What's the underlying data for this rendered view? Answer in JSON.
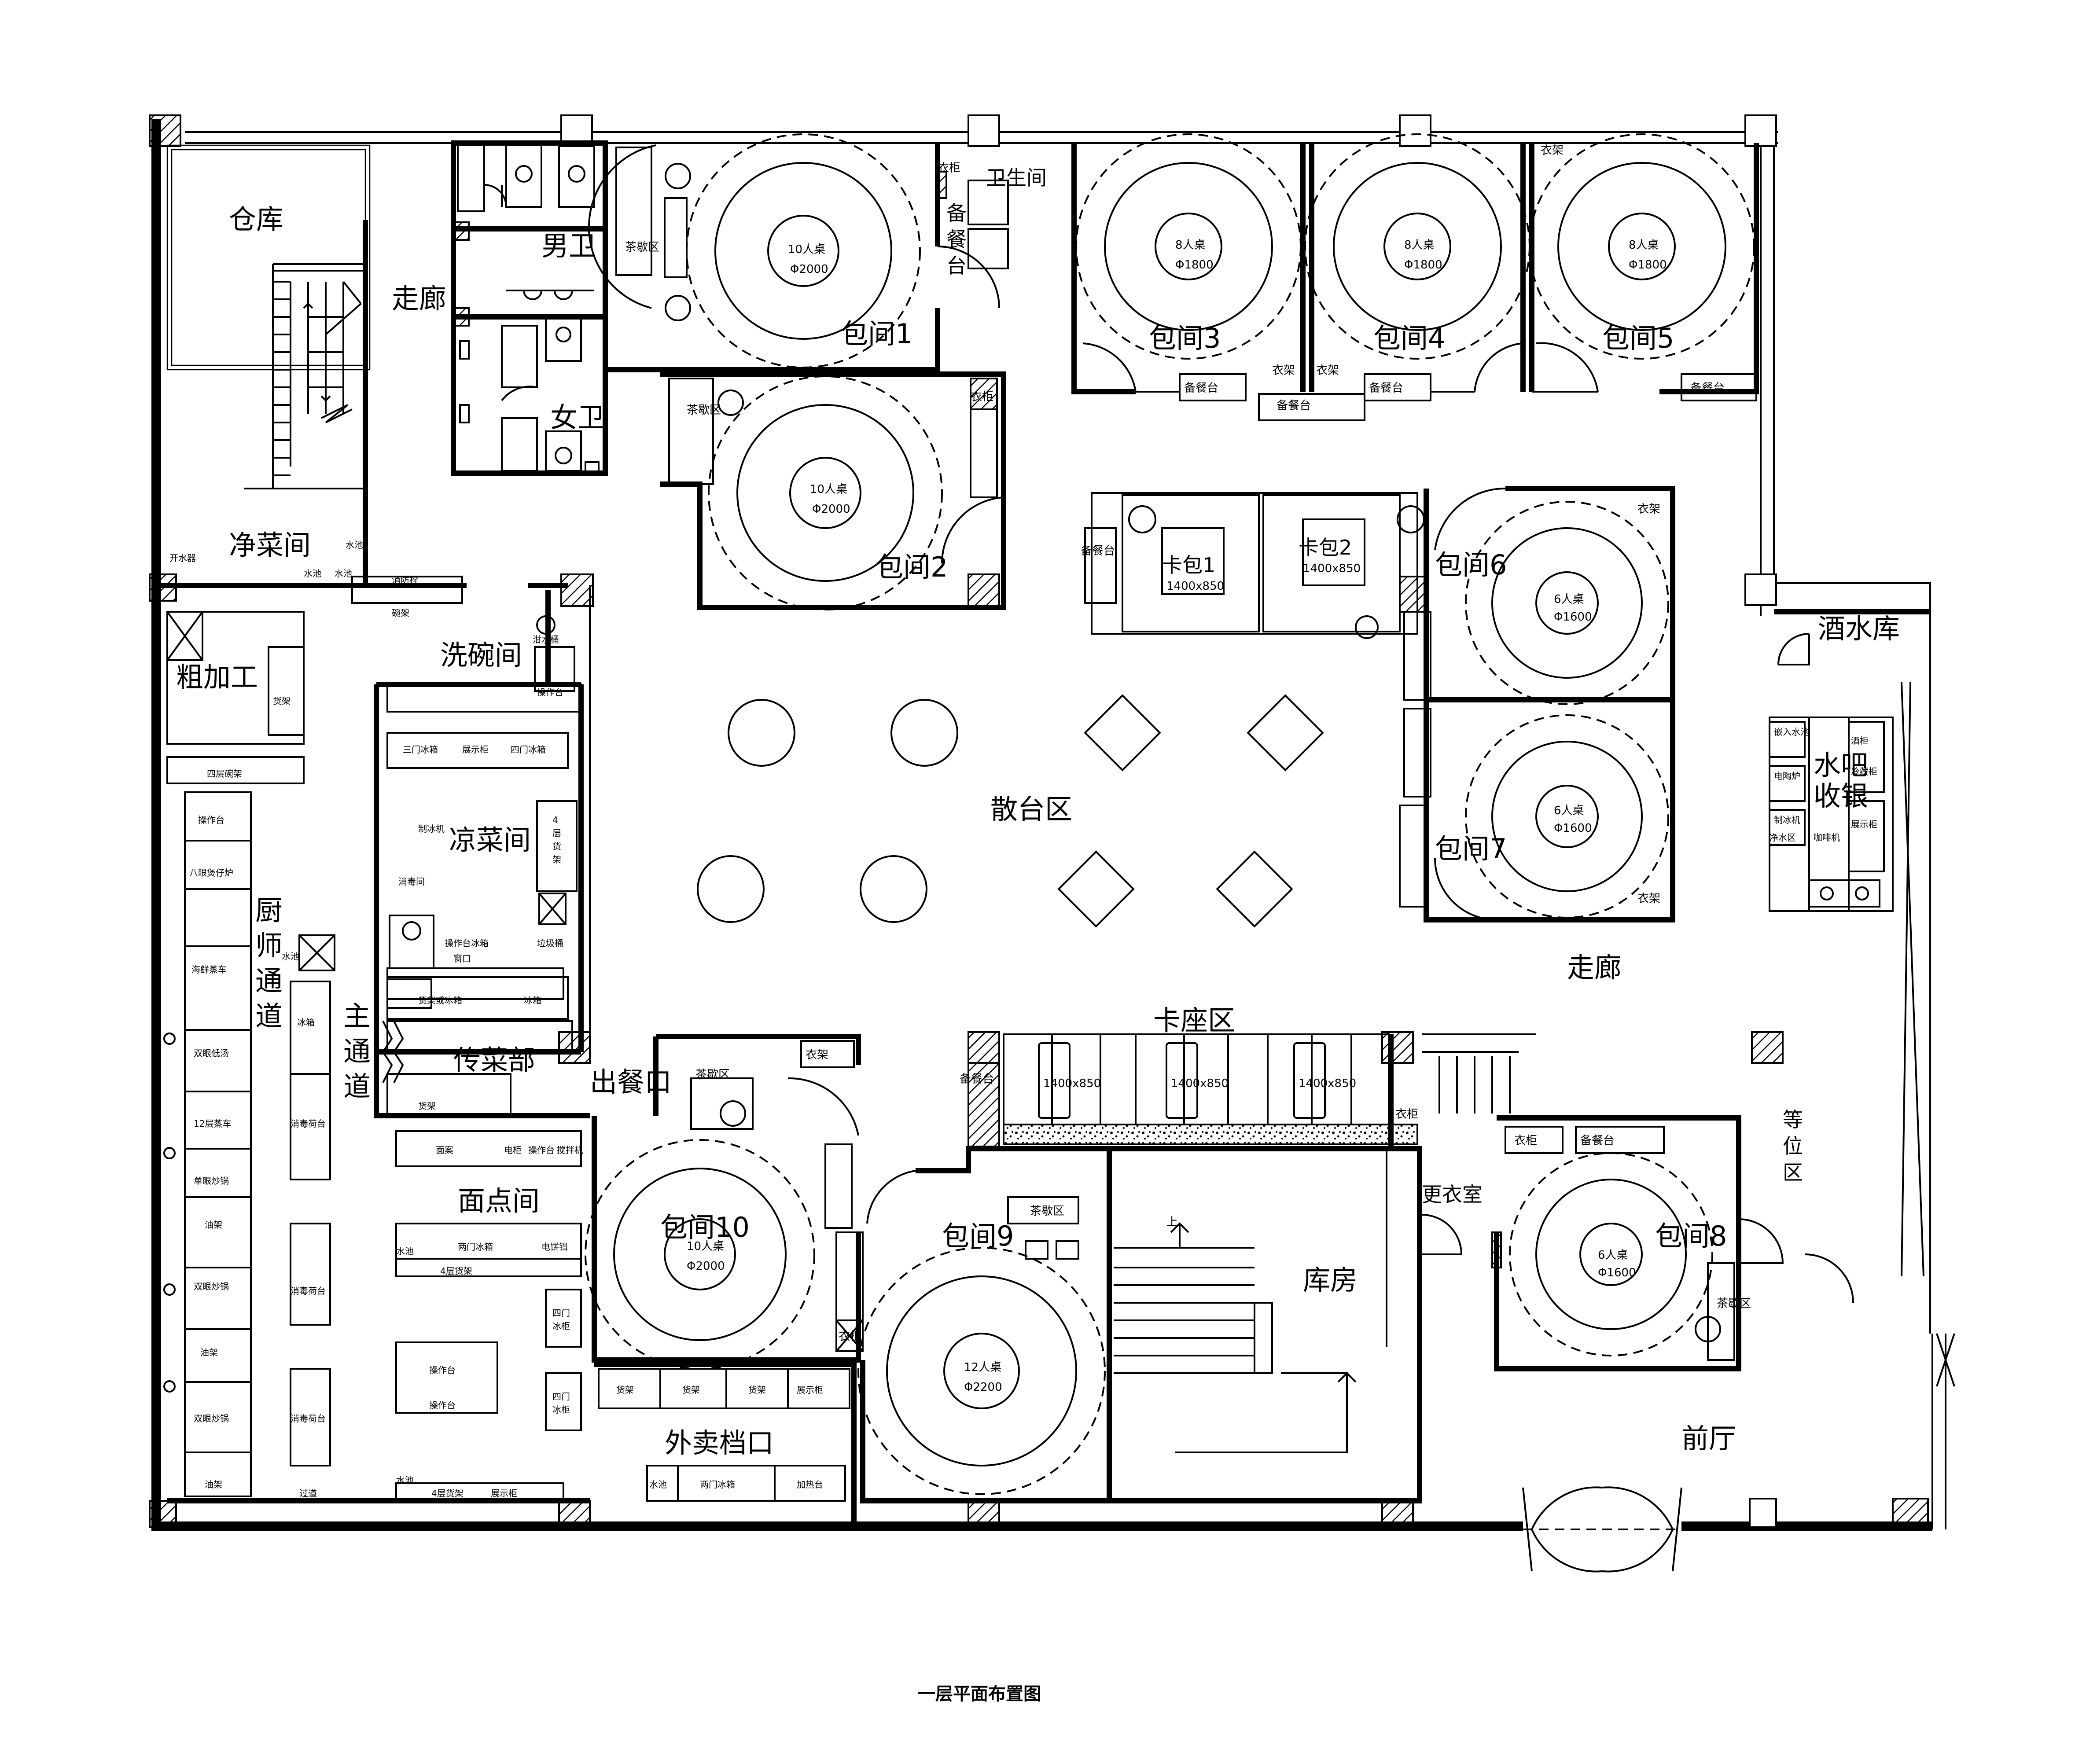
{
  "caption": "一层平面布置图",
  "rooms": {
    "warehouse": "仓库",
    "corridor_w": "走廊",
    "clean_veg": "净菜间",
    "coarse": "粗加工",
    "dishwash": "洗碗间",
    "cold_dish": "凉菜间",
    "chef_1": "厨",
    "chef_2": "师",
    "chef_3": "通",
    "chef_4": "道",
    "main_1": "主",
    "main_2": "通",
    "main_3": "道",
    "serve": "传菜部",
    "outlet": "出餐口",
    "pastry": "面点间",
    "takeout": "外卖档口",
    "men": "男卫",
    "women": "女卫",
    "hygiene": "卫生间",
    "hall": "散台区",
    "booth_area": "卡座区",
    "corridor_e": "走廊",
    "storeroom": "库房",
    "changing": "更衣室",
    "lobby": "前厅",
    "wine": "酒水库",
    "bar_1": "水吧",
    "bar_2": "收银",
    "wait_1": "等",
    "wait_2": "位",
    "wait_3": "区",
    "pr1": "包间1",
    "pr2": "包间2",
    "pr3": "包间3",
    "pr4": "包间4",
    "pr5": "包间5",
    "pr6": "包间6",
    "pr7": "包间7",
    "pr8": "包间8",
    "pr9": "包间9",
    "pr10": "包间10",
    "kb1": "卡包1",
    "kb2": "卡包2"
  },
  "tables": {
    "t10a_1": "10人桌",
    "t10a_2": "Φ2000",
    "t10b_1": "10人桌",
    "t10b_2": "Φ2000",
    "t10c_1": "10人桌",
    "t10c_2": "Φ2000",
    "t8a_1": "8人桌",
    "t8a_2": "Φ1800",
    "t8b_1": "8人桌",
    "t8b_2": "Φ1800",
    "t8c_1": "8人桌",
    "t8c_2": "Φ1800",
    "t6a_1": "6人桌",
    "t6a_2": "Φ1600",
    "t6b_1": "6人桌",
    "t6b_2": "Φ1600",
    "t6c_1": "6人桌",
    "t6c_2": "Φ1600",
    "t12_1": "12人桌",
    "t12_2": "Φ2200",
    "kb1_size": "1400x850",
    "kb2_size": "1400x850",
    "booth1": "1400x850",
    "booth2": "1400x850",
    "booth3": "1400x850"
  },
  "fixtures": {
    "tea": "茶歇区",
    "tea_pr2": "茶歇区",
    "tea_pr10": "茶歇区",
    "tea_pr9": "茶歇区",
    "tea_pr8": "茶歇区",
    "wardrobe": "衣架",
    "wardrobe_pr1": "衣柜",
    "wardrobe_pr2": "衣柜",
    "wardrobe_pr4": "衣架",
    "wardrobe_pr5": "衣架",
    "wardrobe_pr6": "衣架",
    "wardrobe_pr7": "衣架",
    "wardrobe_pr10": "衣架",
    "wardrobe_pr9": "衣柜",
    "wardrobe_pr8": "衣柜",
    "wardrobe_b": "衣柜",
    "buffet_v1": "备",
    "buffet_v2": "餐",
    "buffet_v3": "台",
    "buffet_pr3": "备餐台",
    "buffet_pr4": "备餐台",
    "buffet_pr5": "备餐台",
    "buffet_mid": "备餐台",
    "buffet_kb": "备餐台",
    "buffet_pr8": "备餐台",
    "buffet_booth": "备餐台",
    "sink": "水池",
    "sink2": "水池",
    "sink3": "水池",
    "sink4": "水池",
    "sink5": "水池",
    "sink6": "水池",
    "water_heater": "开水器",
    "fire_hydrant": "消防栓",
    "bowl_rack": "碗架",
    "swill": "泔水桶",
    "op_table": "操作台",
    "shelf": "货架",
    "four_rack": "四层碗架",
    "op1": "操作台",
    "stove8": "八眼煲仔炉",
    "steam_cart": "海鲜蒸车",
    "low_soup": "双眼低汤",
    "steam12": "12层蒸车",
    "single_wok": "单眼炒锅",
    "oil_rack": "油架",
    "double_wok": "双眼炒锅",
    "oil_rack2": "油架",
    "double_wok2": "双眼炒锅",
    "oil_rack3": "油架",
    "fridge": "冰箱",
    "disinfect": "消毒荷台",
    "disinfect2": "消毒荷台",
    "disinfect3": "消毒荷台",
    "aisle": "过道",
    "fridge2": "冰箱",
    "three_door": "三门冰箱",
    "display": "展示柜",
    "four_door": "四门冰箱",
    "ice_maker": "制冰机",
    "four_shelf_1": "4",
    "four_shelf_2": "层",
    "four_shelf_3": "货",
    "four_shelf_4": "架",
    "sterilize": "消毒间",
    "op_fridge": "操作台冰箱",
    "window": "窗口",
    "trash": "垃圾桶",
    "shelf_fridge": "货架或冰箱",
    "shelf2": "货架",
    "dough": "面案",
    "oven": "电柜",
    "op2": "操作台",
    "mixer": "搅拌机",
    "two_door": "两门冰箱",
    "pan": "电饼铛",
    "four_shelf_b": "4层货架",
    "four_door_f1": "四门",
    "four_door_f2": "冰柜",
    "four_door_f3": "四门",
    "four_door_f4": "冰柜",
    "op3": "操作台",
    "op4": "操作台",
    "four_shelf_c": "4层货架",
    "display2": "展示柜",
    "to_shelf1": "货架",
    "to_shelf2": "货架",
    "to_shelf3": "货架",
    "to_display": "展示柜",
    "to_sink": "水池",
    "to_fridge": "两门冰箱",
    "warmer": "加热台",
    "bar_sink": "嵌入水池",
    "ceramic": "电陶炉",
    "cabinet": "制冰机",
    "purifier": "净水区",
    "coffee": "咖啡机",
    "wine_cab": "酒柜",
    "show_cab": "冷藏柜",
    "display3": "展示柜",
    "stair_up": "上"
  }
}
